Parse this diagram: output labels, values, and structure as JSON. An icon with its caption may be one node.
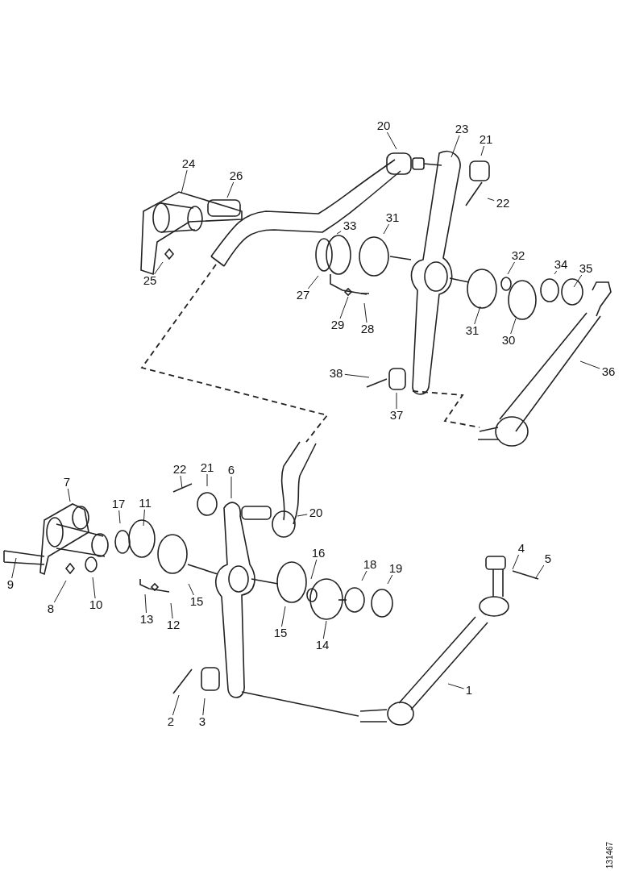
{
  "diagram": {
    "nodes": [
      {
        "text": [
          "20"
        ]
      },
      {
        "text": [
          "23"
        ]
      },
      {
        "text": [
          "21"
        ]
      },
      {
        "text": [
          "24"
        ]
      },
      {
        "text": [
          "26"
        ]
      },
      {
        "text": [
          "22"
        ]
      },
      {
        "text": [
          "33"
        ]
      },
      {
        "text": [
          "31"
        ]
      },
      {
        "text": [
          "32"
        ]
      },
      {
        "text": [
          "34"
        ]
      },
      {
        "text": [
          "35"
        ]
      },
      {
        "text": [
          "25"
        ]
      },
      {
        "text": [
          "27"
        ]
      },
      {
        "text": [
          "29"
        ]
      },
      {
        "text": [
          "28"
        ]
      },
      {
        "text": [
          "31"
        ]
      },
      {
        "text": [
          "30"
        ]
      },
      {
        "text": [
          "36"
        ]
      },
      {
        "text": [
          "38"
        ]
      },
      {
        "text": [
          "37"
        ]
      },
      {
        "text": [
          "22"
        ]
      },
      {
        "text": [
          "21"
        ]
      },
      {
        "text": [
          "6"
        ]
      },
      {
        "text": [
          "7"
        ]
      },
      {
        "text": [
          "17"
        ]
      },
      {
        "text": [
          "11"
        ]
      },
      {
        "text": [
          "20"
        ]
      },
      {
        "text": [
          "4"
        ]
      },
      {
        "text": [
          "16"
        ]
      },
      {
        "text": [
          "5"
        ]
      },
      {
        "text": [
          "18"
        ]
      },
      {
        "text": [
          "19"
        ]
      },
      {
        "text": [
          "9"
        ]
      },
      {
        "text": [
          "15"
        ]
      },
      {
        "text": [
          "10"
        ]
      },
      {
        "text": [
          "8"
        ]
      },
      {
        "text": [
          "13"
        ]
      },
      {
        "text": [
          "12"
        ]
      },
      {
        "text": [
          "15"
        ]
      },
      {
        "text": [
          "14"
        ]
      },
      {
        "text": [
          "1"
        ]
      },
      {
        "text": [
          "2"
        ]
      },
      {
        "text": [
          "3"
        ]
      }
    ],
    "edges": [
      {
        "from": 0,
        "to": null,
        "arrow": "none"
      },
      {
        "from": 1,
        "to": null,
        "arrow": "none"
      },
      {
        "from": 2,
        "to": null,
        "arrow": "none"
      },
      {
        "from": 3,
        "to": null,
        "arrow": "none"
      },
      {
        "from": 4,
        "to": null,
        "arrow": "none"
      },
      {
        "from": 5,
        "to": null,
        "arrow": "none"
      },
      {
        "from": 6,
        "to": null,
        "arrow": "none"
      },
      {
        "from": 7,
        "to": null,
        "arrow": "none"
      },
      {
        "from": 8,
        "to": null,
        "arrow": "none"
      },
      {
        "from": 9,
        "to": null,
        "arrow": "none"
      },
      {
        "from": 10,
        "to": null,
        "arrow": "none"
      },
      {
        "from": 11,
        "to": null,
        "arrow": "none"
      },
      {
        "from": 12,
        "to": null,
        "arrow": "none"
      },
      {
        "from": 13,
        "to": null,
        "arrow": "none"
      },
      {
        "from": 14,
        "to": null,
        "arrow": "none"
      },
      {
        "from": 15,
        "to": null,
        "arrow": "none"
      },
      {
        "from": 16,
        "to": null,
        "arrow": "none"
      },
      {
        "from": 17,
        "to": null,
        "arrow": "none"
      },
      {
        "from": 18,
        "to": null,
        "arrow": "none"
      },
      {
        "from": 19,
        "to": null,
        "arrow": "none"
      },
      {
        "from": 20,
        "to": null,
        "arrow": "none"
      },
      {
        "from": 21,
        "to": null,
        "arrow": "none"
      },
      {
        "from": 22,
        "to": null,
        "arrow": "none"
      },
      {
        "from": 23,
        "to": null,
        "arrow": "none"
      },
      {
        "from": 24,
        "to": null,
        "arrow": "none"
      },
      {
        "from": 25,
        "to": null,
        "arrow": "none"
      },
      {
        "from": 26,
        "to": null,
        "arrow": "none"
      },
      {
        "from": 27,
        "to": null,
        "arrow": "none"
      },
      {
        "from": 28,
        "to": null,
        "arrow": "none"
      },
      {
        "from": 29,
        "to": null,
        "arrow": "none"
      },
      {
        "from": 30,
        "to": null,
        "arrow": "none"
      },
      {
        "from": 31,
        "to": null,
        "arrow": "none"
      },
      {
        "from": 32,
        "to": null,
        "arrow": "none"
      },
      {
        "from": 33,
        "to": null,
        "arrow": "none"
      },
      {
        "from": 34,
        "to": null,
        "arrow": "none"
      },
      {
        "from": 35,
        "to": null,
        "arrow": "none"
      },
      {
        "from": 36,
        "to": null,
        "arrow": "none"
      },
      {
        "from": 37,
        "to": null,
        "arrow": "none"
      },
      {
        "from": 38,
        "to": null,
        "arrow": "none"
      },
      {
        "from": 39,
        "to": null,
        "arrow": "none"
      },
      {
        "from": 40,
        "to": null,
        "arrow": "none"
      },
      {
        "from": 41,
        "to": null,
        "arrow": "none"
      },
      {
        "from": 42,
        "to": null,
        "arrow": "none"
      }
    ],
    "labels": [
      "131467"
    ]
  }
}
